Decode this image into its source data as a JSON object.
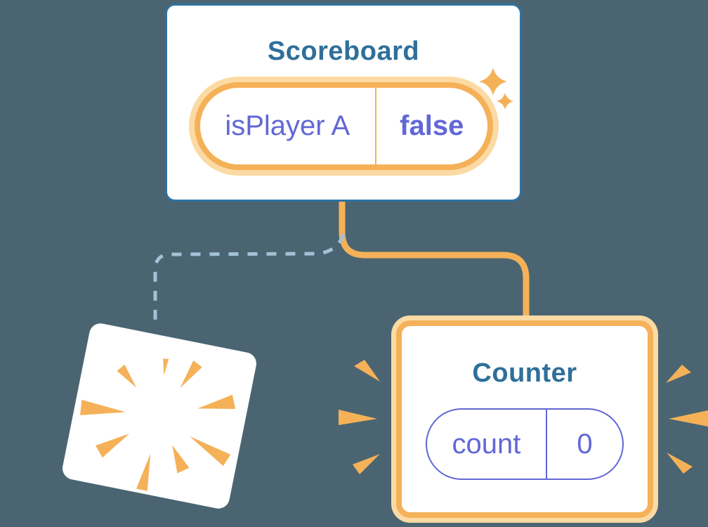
{
  "scoreboard": {
    "title": "Scoreboard",
    "state_key": "isPlayer A",
    "state_value": "false"
  },
  "counter": {
    "title": "Counter",
    "state_key": "count",
    "state_value": "0"
  },
  "colors": {
    "background": "#4a6571",
    "card-bg": "#ffffff",
    "card-border": "#2e72a4",
    "heading": "#2f6f9a",
    "orange": "#f5b158",
    "orange-glow": "#fcdaa4",
    "indigo": "#6267d6",
    "dash": "#a3c2d8"
  }
}
